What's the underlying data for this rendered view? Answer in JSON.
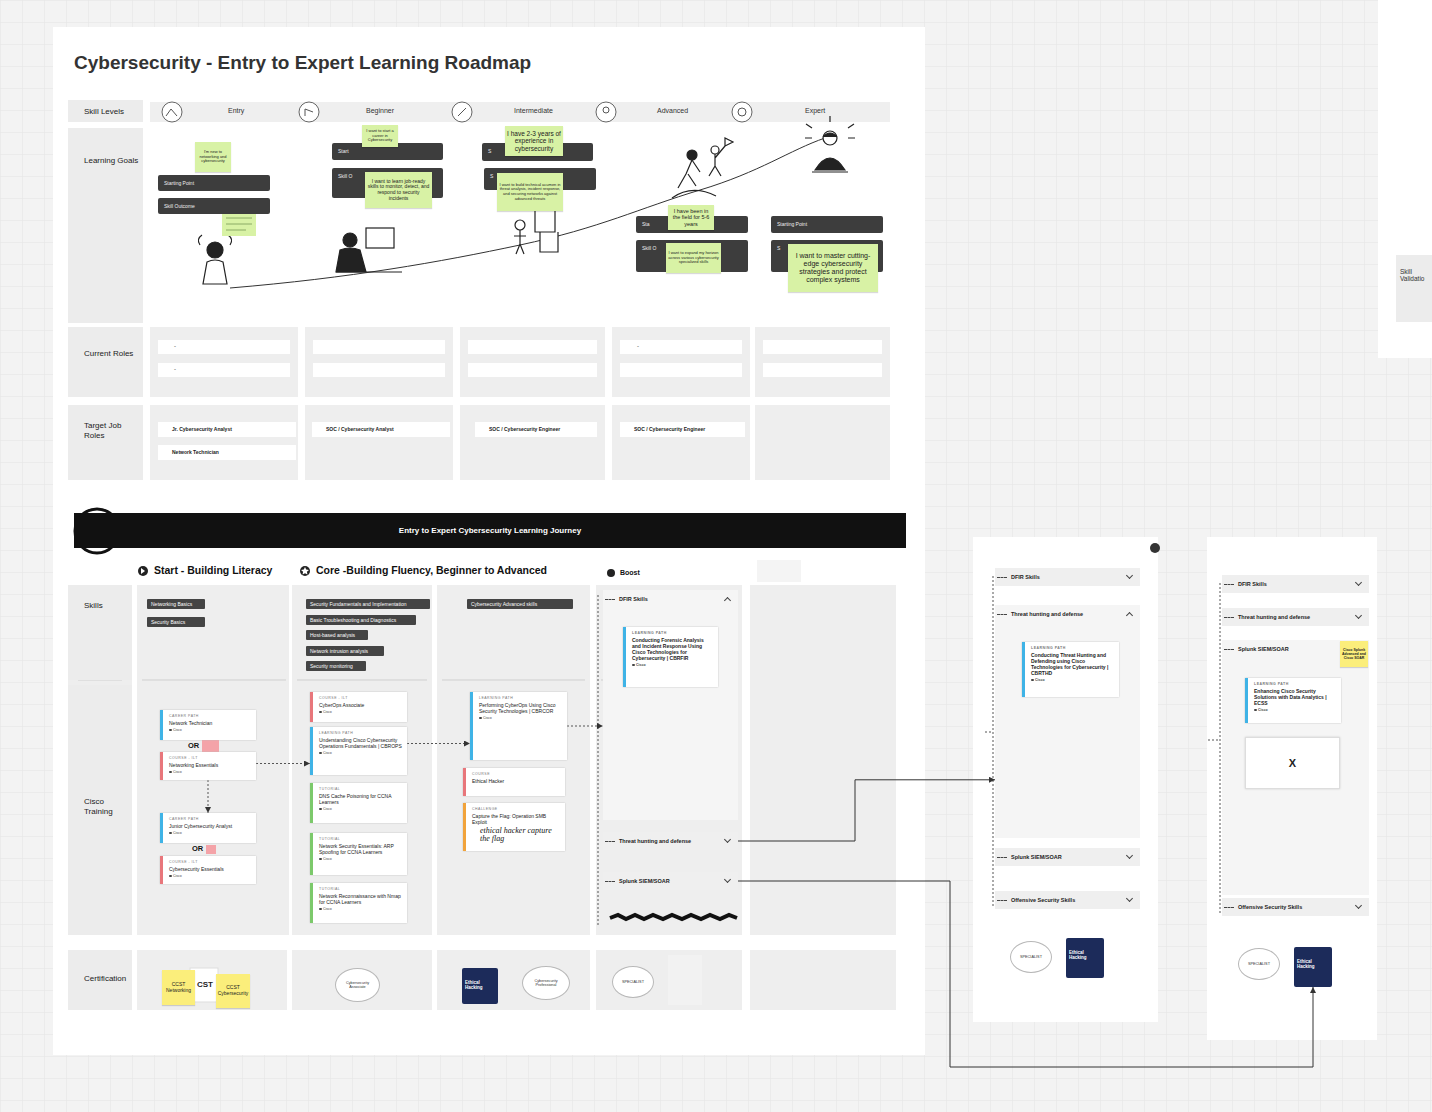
{
  "diagram": {
    "title": "Cybersecurity - Entry to Expert Learning Roadmap",
    "nodes": [
      {
        "text": [
          "Skill Levels"
        ]
      },
      {
        "text": [
          "Learning Goals"
        ]
      },
      {
        "text": [
          "Current Roles"
        ]
      },
      {
        "text": [
          "Target Job Roles"
        ]
      },
      {
        "text": [
          "Starting Point"
        ]
      },
      {
        "text": [
          "I'm new to networking and cybersecurity"
        ]
      },
      {
        "text": [
          "Skill Outcome"
        ]
      },
      {
        "text": [
          "Start"
        ]
      },
      {
        "text": [
          "I want to start a career in Cybersecurity"
        ]
      },
      {
        "text": [
          "Skill O"
        ]
      },
      {
        "text": [
          "I want to learn job-ready skills to monitor, detect, and respond to security incidents"
        ]
      },
      {
        "text": [
          "S"
        ]
      },
      {
        "text": [
          "I have 2-3 years of experience in cybersecurity"
        ]
      },
      {
        "text": [
          "S"
        ]
      },
      {
        "text": [
          "I want to build technical acumen in threat analysis, incident response, and securing networks against advanced threats"
        ]
      },
      {
        "text": [
          "Sta"
        ]
      },
      {
        "text": [
          "I have been in the field for 5-6 years"
        ]
      },
      {
        "text": [
          "Skill O"
        ]
      },
      {
        "text": [
          "I want to expand my horizon across various cybersecurity specialized skills"
        ]
      },
      {
        "text": [
          "Starting Point"
        ]
      },
      {
        "text": [
          "S"
        ]
      },
      {
        "text": [
          "I want to master cutting-edge cybersecurity strategies and protect complex systems"
        ]
      },
      {
        "text": [
          "Jr. Cybersecurity Analyst"
        ]
      },
      {
        "text": [
          "Network Technician"
        ]
      },
      {
        "text": [
          "SOC / Cybersecurity Analyst"
        ]
      },
      {
        "text": [
          "SOC / Cybersecurity Engineer"
        ]
      },
      {
        "text": [
          "SOC / Cybersecurity Engineer"
        ]
      },
      {
        "text": [
          "Entry to Expert Cybersecurity Learning Journey"
        ]
      },
      {
        "text": [
          "Skills"
        ]
      },
      {
        "text": [
          "Cisco Training"
        ]
      },
      {
        "text": [
          "Certification"
        ]
      },
      {
        "text": [
          "Networking Basics"
        ]
      },
      {
        "text": [
          "Security Basics"
        ]
      },
      {
        "text": [
          "Security Fundamentals and Implementation"
        ]
      },
      {
        "text": [
          "Basic Troubleshooting and Diagnostics"
        ]
      },
      {
        "text": [
          "Host-based analysis"
        ]
      },
      {
        "text": [
          "Network intrusion analysis"
        ]
      },
      {
        "text": [
          "Security monitoring"
        ]
      },
      {
        "text": [
          "Cybersecurity Advanced skills"
        ]
      },
      {
        "text": [
          "CAREER PATH",
          "Network Technician",
          "Cisco"
        ]
      },
      {
        "text": [
          "COURSE - ILT",
          "Networking Essentials",
          "Cisco"
        ]
      },
      {
        "text": [
          "CAREER PATH",
          "Junior Cybersecurity Analyst",
          "Cisco"
        ]
      },
      {
        "text": [
          "COURSE - ILT",
          "Cybersecurity Essentials",
          "Cisco"
        ]
      },
      {
        "text": [
          "COURSE - ILT",
          "CyberOps Associate",
          "Cisco"
        ]
      },
      {
        "text": [
          "LEARNING PATH",
          "Understanding Cisco Cybersecurity Operations Fundamentals | CBROPS",
          "Cisco"
        ]
      },
      {
        "text": [
          "TUTORIAL",
          "DNS Cache Poisoning for CCNA Learners",
          "Cisco"
        ]
      },
      {
        "text": [
          "TUTORIAL",
          "Network Security Essentials: ARP Spoofing for CCNA Learners",
          "Cisco"
        ]
      },
      {
        "text": [
          "TUTORIAL",
          "Network Reconnaissance with Nmap for CCNA Learners",
          "Cisco"
        ]
      },
      {
        "text": [
          "LEARNING PATH",
          "Performing CyberOps Using Cisco Security Technologies | CBRCOR",
          "Cisco"
        ]
      },
      {
        "text": [
          "COURSE",
          "Ethical Hacker"
        ]
      },
      {
        "text": [
          "CHALLENGE",
          "Capture the Flag: Operation SMB Exploit",
          "ethical hacker capture the flag"
        ]
      },
      {
        "text": [
          "DFIR Skills"
        ]
      },
      {
        "text": [
          "LEARNING PATH",
          "Conducting Forensic Analysis and Incident Response Using Cisco Technologies for Cybersecurity | CBRFIR",
          "Cisco"
        ],
        "in": 51
      },
      {
        "text": [
          "Threat hunting and defense"
        ]
      },
      {
        "text": [
          "Splunk SIEM/SOAR"
        ]
      },
      {
        "text": [
          "DFIR Skills"
        ]
      },
      {
        "text": [
          "Threat hunting and defense"
        ]
      },
      {
        "text": [
          "LEARNING PATH",
          "Conducting Threat Hunting and Defending using Cisco Technologies for Cybersecurity | CBRTHD",
          "Cisco"
        ],
        "in": 56
      },
      {
        "text": [
          "Splunk SIEM/SOAR"
        ]
      },
      {
        "text": [
          "Offensive Security Skills"
        ]
      },
      {
        "text": [
          "SPECIALIST"
        ]
      },
      {
        "text": [
          "Ethical Hacking"
        ]
      },
      {
        "text": [
          "DFIR Skills"
        ]
      },
      {
        "text": [
          "Threat hunting and defense"
        ]
      },
      {
        "text": [
          "Splunk SIEM/SOAR"
        ]
      },
      {
        "text": [
          "Cisco Splunk Advanced and Cisco SOAR"
        ],
        "in": 64
      },
      {
        "text": [
          "LEARNING PATH",
          "Enhancing Cisco Security Solutions with Data Analytics | ECSS",
          "Cisco"
        ],
        "in": 64
      },
      {
        "text": [
          "X"
        ],
        "in": 64
      },
      {
        "text": [
          "Offensive Security Skills"
        ]
      },
      {
        "text": [
          "SPECIALIST"
        ]
      },
      {
        "text": [
          "Ethical Hacking"
        ]
      },
      {
        "text": [
          "CCST Networking"
        ]
      },
      {
        "text": [
          "CCST Cybersecurity"
        ]
      },
      {
        "text": [
          "Cybersecurity Associate"
        ]
      },
      {
        "text": [
          "Ethical Hacking"
        ]
      },
      {
        "text": [
          "Cybersecurity Professional"
        ]
      },
      {
        "text": [
          "SPECIALIST"
        ]
      }
    ],
    "edges": [
      {
        "from": 40,
        "to": 41,
        "arrow": "to"
      },
      {
        "from": 40,
        "to": 44,
        "arrow": "to"
      },
      {
        "from": 44,
        "to": 48,
        "arrow": "to"
      },
      {
        "from": 48,
        "to": 51,
        "arrow": "to"
      },
      {
        "from": 53,
        "to": 56,
        "arrow": "to"
      },
      {
        "from": 54,
        "to": 70,
        "arrow": "to"
      }
    ],
    "labels": [
      "Entry",
      "Beginner",
      "Intermediate",
      "Advanced",
      "Expert",
      "-",
      "-",
      "-",
      "Start - Building Literacy",
      "Core -Building Fluency, Beginner to Advanced",
      "Boost",
      "OR",
      "OR",
      "CST",
      "Skill Validatio"
    ]
  }
}
